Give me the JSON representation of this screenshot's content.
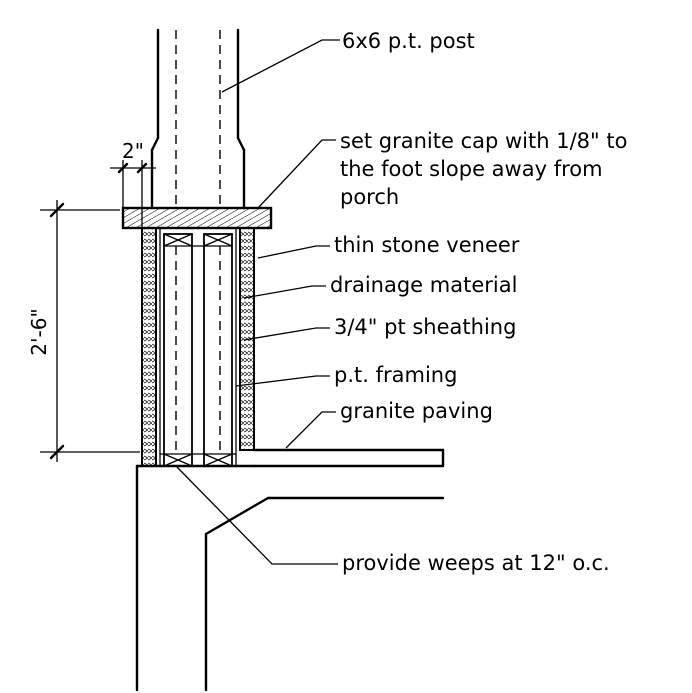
{
  "labels": {
    "post": "6x6 p.t. post",
    "cap_line1": "set granite cap with 1/8\" to",
    "cap_line2": "the foot slope away from",
    "cap_line3": "porch",
    "veneer": "thin stone veneer",
    "drainage": "drainage material",
    "sheathing": "3/4\" pt sheathing",
    "framing": "p.t. framing",
    "paving": "granite paving",
    "weeps": "provide weeps at 12\" o.c."
  },
  "dimensions": {
    "height": "2'-6\"",
    "overhang": "2\""
  }
}
